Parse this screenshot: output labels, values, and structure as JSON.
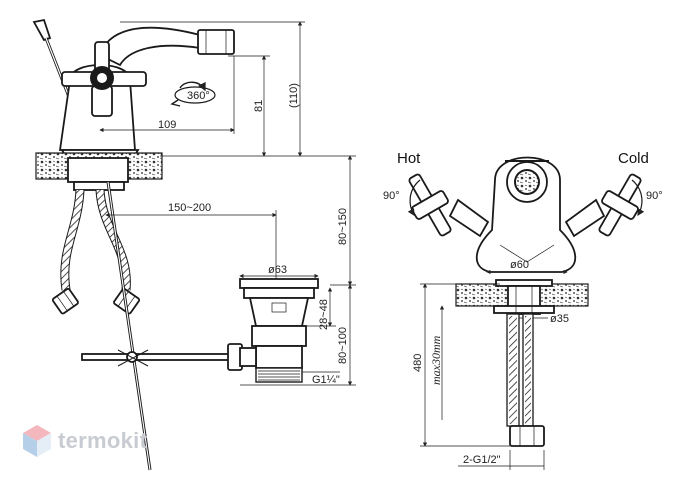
{
  "side_view": {
    "rotation_label": "360°",
    "dim_reach": "109",
    "dim_spout_height": "81",
    "dim_total_height": "(110)",
    "dim_distance": "150~200",
    "dim_deck_thickness_1": "80~150",
    "dim_deck_thickness_2": "80~100"
  },
  "drain": {
    "dim_diameter": "ø63",
    "dim_height": "28~48",
    "dim_thread": "G1¼\""
  },
  "front_view": {
    "hot_label": "Hot",
    "cold_label": "Cold",
    "angle_left": "90°",
    "angle_right": "90°",
    "dim_base": "ø60",
    "dim_hole": "ø35",
    "dim_hose_length": "480",
    "dim_max": "max30mm",
    "dim_connection": "2-G1/2\""
  },
  "watermark": {
    "text": "termokit",
    "colors": {
      "top": "#f3b7bd",
      "left": "#b6cfe8",
      "right": "#e5edf6"
    }
  }
}
